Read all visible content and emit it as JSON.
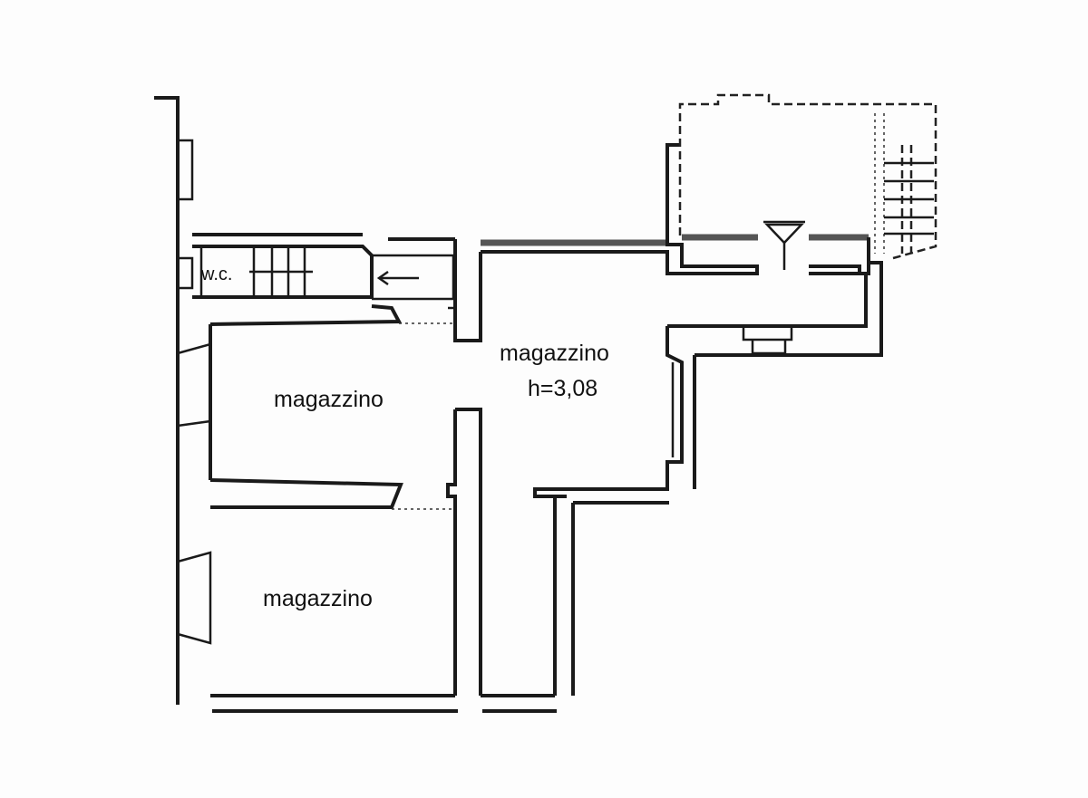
{
  "rooms": {
    "wc": "w.c.",
    "magazzino_main": "magazzino",
    "magazzino_main_height": "h=3,08",
    "magazzino_middle": "magazzino",
    "magazzino_bottom": "magazzino"
  },
  "symbols": {
    "entrance_marker": "triangle-arrow-icon",
    "arrow": "arrow-left-icon"
  },
  "colors": {
    "line": "#1a1a1a",
    "background": "#fdfdfd"
  }
}
